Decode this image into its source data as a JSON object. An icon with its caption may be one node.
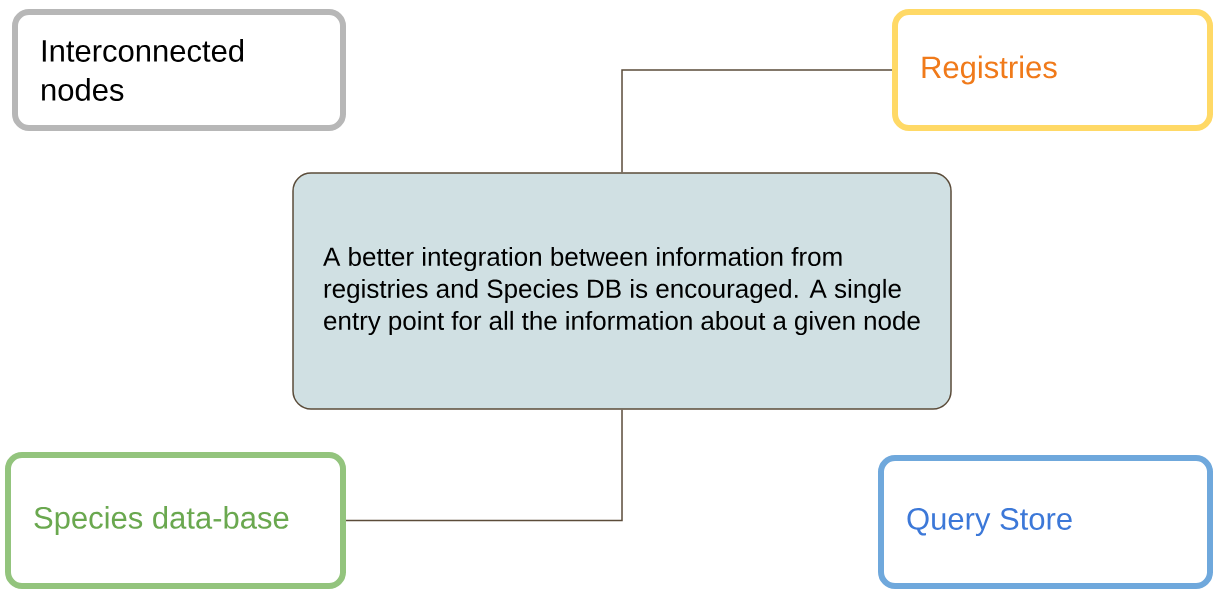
{
  "diagram": {
    "nodes": [
      {
        "text": [
          "Interconnected nodes"
        ]
      },
      {
        "text": [
          "Registries"
        ]
      },
      {
        "text": [
          "A better integration between information from registries and Species DB is encouraged. A single entry point for all the information about a given node"
        ]
      },
      {
        "text": [
          "Species data-base"
        ]
      },
      {
        "text": [
          "Query Store"
        ]
      }
    ],
    "edges": [
      {
        "from": 2,
        "to": 1,
        "arrow": "none"
      },
      {
        "from": 2,
        "to": 3,
        "arrow": "none"
      }
    ]
  }
}
